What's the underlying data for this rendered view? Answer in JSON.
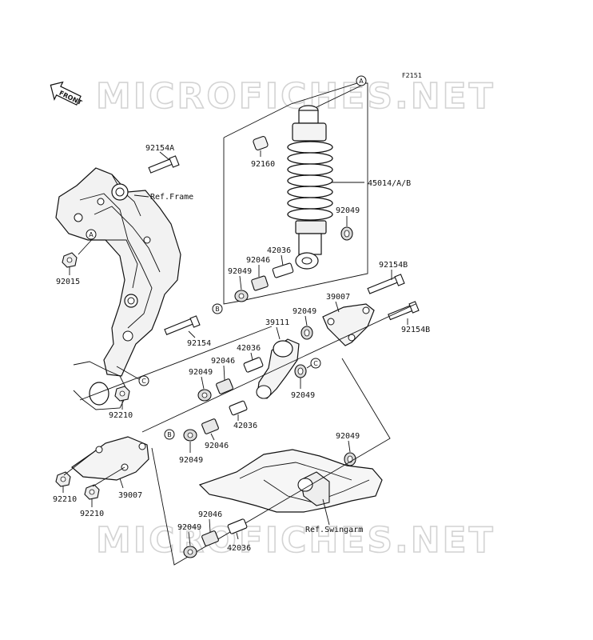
{
  "figure_code": "F2151",
  "watermark_text": "MICROFICHES.NET",
  "front_indicator": "FRONT",
  "reference_labels": {
    "frame": "Ref.Frame",
    "swingarm": "Ref.Swingarm"
  },
  "callouts": {
    "A": "A",
    "B": "B",
    "C": "C"
  },
  "parts": {
    "p92154A": "92154A",
    "p92015": "92015",
    "p92160": "92160",
    "p45014": "45014/A/B",
    "p92049_shock": "92049",
    "p42036_top": "42036",
    "p92046_top": "92046",
    "p92049_top": "92049",
    "p92154B_top": "92154B",
    "p39007_top": "39007",
    "p92049_link": "92049",
    "p92154B_right": "92154B",
    "p92154": "92154",
    "p39111": "39111",
    "p42036_mid": "42036",
    "p92046_mid": "92046",
    "p92049_mid": "92049",
    "p92049_c": "92049",
    "p92210_frame": "92210",
    "p42036_low": "42036",
    "p92046_low": "92046",
    "p92049_low": "92049",
    "p92049_right": "92049",
    "p92210_a": "92210",
    "p92210_b": "92210",
    "p39007_bottom": "39007",
    "p92046_bottom": "92046",
    "p92049_bottom": "92049",
    "p42036_bottom": "42036"
  }
}
